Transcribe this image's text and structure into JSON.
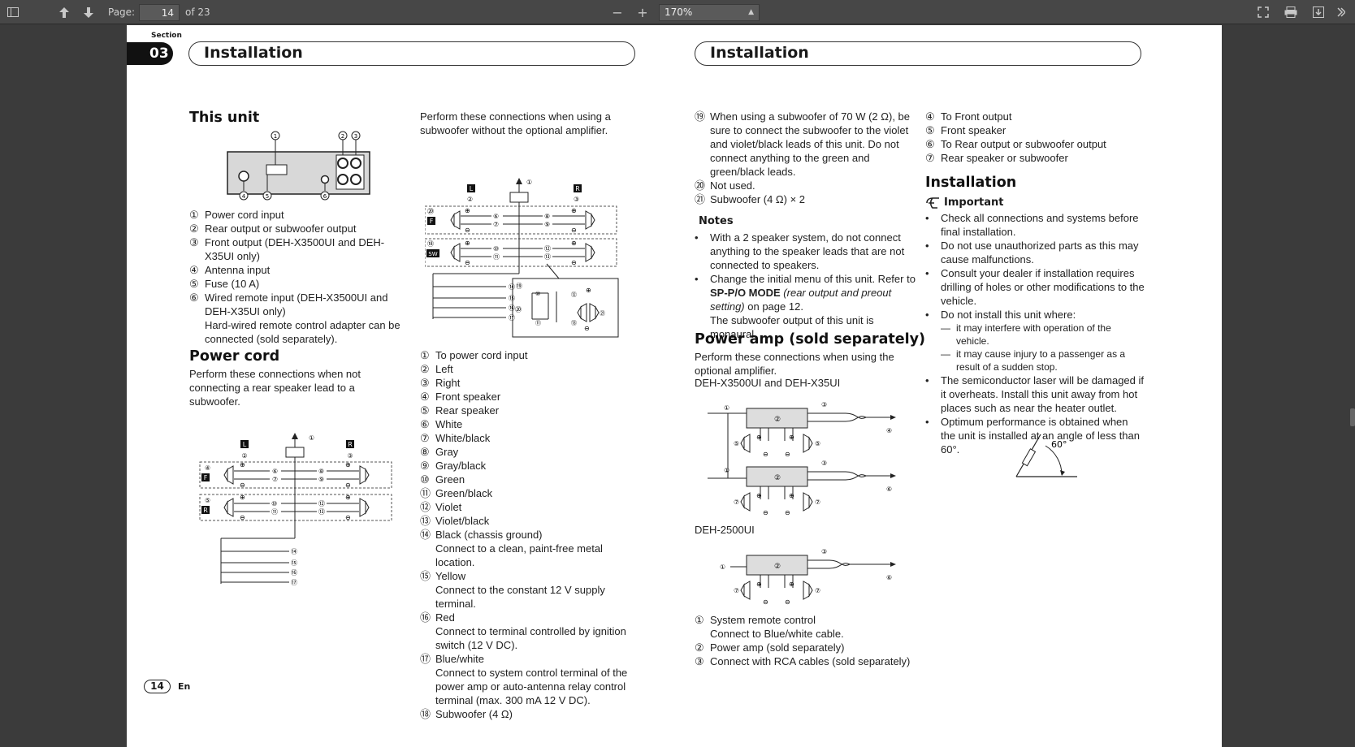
{
  "toolbar": {
    "page_label": "Page:",
    "page_value": "14",
    "page_total": "of 23",
    "zoom_minus": "−",
    "zoom_plus": "+",
    "zoom_value": "170%"
  },
  "doc": {
    "section_label": "Section",
    "section_number": "03",
    "left_header": "Installation",
    "right_header": "Installation",
    "footer_page": "14",
    "footer_lang": "En"
  },
  "col1": {
    "this_unit_title": "This unit",
    "this_unit_items": [
      {
        "n": "①",
        "t": "Power cord input"
      },
      {
        "n": "②",
        "t": "Rear output or subwoofer output"
      },
      {
        "n": "③",
        "t": "Front output (DEH-X3500UI and DEH-X35UI only)"
      },
      {
        "n": "④",
        "t": "Antenna input"
      },
      {
        "n": "⑤",
        "t": "Fuse (10 A)"
      },
      {
        "n": "⑥",
        "t": "Wired remote input (DEH-X3500UI and DEH-X35UI only)"
      },
      {
        "n": "",
        "t": "Hard-wired remote control adapter can be connected (sold separately)."
      }
    ],
    "power_cord_title": "Power cord",
    "power_cord_text": "Perform these connections when not connecting a rear speaker lead to a subwoofer."
  },
  "col2": {
    "intro": "Perform these connections when using a subwoofer without the optional amplifier.",
    "items": [
      {
        "n": "①",
        "t": "To power cord input"
      },
      {
        "n": "②",
        "t": "Left"
      },
      {
        "n": "③",
        "t": "Right"
      },
      {
        "n": "④",
        "t": "Front speaker"
      },
      {
        "n": "⑤",
        "t": "Rear speaker"
      },
      {
        "n": "⑥",
        "t": "White"
      },
      {
        "n": "⑦",
        "t": "White/black"
      },
      {
        "n": "⑧",
        "t": "Gray"
      },
      {
        "n": "⑨",
        "t": "Gray/black"
      },
      {
        "n": "⑩",
        "t": "Green"
      },
      {
        "n": "⑪",
        "t": "Green/black"
      },
      {
        "n": "⑫",
        "t": "Violet"
      },
      {
        "n": "⑬",
        "t": "Violet/black"
      },
      {
        "n": "⑭",
        "t": "Black (chassis ground)"
      },
      {
        "n": "",
        "t": "Connect to a clean, paint-free metal location."
      },
      {
        "n": "⑮",
        "t": "Yellow"
      },
      {
        "n": "",
        "t": "Connect to the constant 12 V supply terminal."
      },
      {
        "n": "⑯",
        "t": "Red"
      },
      {
        "n": "",
        "t": "Connect to terminal controlled by ignition switch (12 V DC)."
      },
      {
        "n": "⑰",
        "t": "Blue/white"
      },
      {
        "n": "",
        "t": "Connect to system control terminal of the power amp or auto-antenna relay control terminal (max. 300 mA 12 V DC)."
      },
      {
        "n": "⑱",
        "t": "Subwoofer (4 Ω)"
      }
    ]
  },
  "col3": {
    "items_top": [
      {
        "n": "⑲",
        "t": "When using a subwoofer of 70 W (2 Ω), be sure to connect the subwoofer to the violet and violet/black leads of this unit. Do not connect anything to the green and green/black leads."
      },
      {
        "n": "⑳",
        "t": "Not used."
      },
      {
        "n": "㉑",
        "t": "Subwoofer (4 Ω) × 2"
      }
    ],
    "notes_title": "Notes",
    "note1": "With a 2 speaker system, do not connect anything to the speaker leads that are not connected to speakers.",
    "note2_a": "Change the initial menu of this unit. Refer to ",
    "note2_b": "SP-P/O MODE",
    "note2_c": " (rear output and preout setting)",
    "note2_d": " on page 12.",
    "note2_e": "The subwoofer output of this unit is monaural.",
    "power_amp_title": "Power amp (sold separately)",
    "power_amp_text": "Perform these connections when using the optional amplifier.",
    "model_a": "DEH-X3500UI and DEH-X35UI",
    "model_b": "DEH-2500UI",
    "items_bottom": [
      {
        "n": "①",
        "t": "System remote control"
      },
      {
        "n": "",
        "t": "Connect to Blue/white cable."
      },
      {
        "n": "②",
        "t": "Power amp (sold separately)"
      },
      {
        "n": "③",
        "t": "Connect with RCA cables (sold separately)"
      }
    ]
  },
  "col4": {
    "items": [
      {
        "n": "④",
        "t": "To Front output"
      },
      {
        "n": "⑤",
        "t": "Front speaker"
      },
      {
        "n": "⑥",
        "t": "To Rear output or subwoofer output"
      },
      {
        "n": "⑦",
        "t": "Rear speaker or subwoofer"
      }
    ],
    "install_title": "Installation",
    "important_label": "Important",
    "bullets": [
      "Check all connections and systems before final installation.",
      "Do not use unauthorized parts as this may cause malfunctions.",
      "Consult your dealer if installation requires drilling of holes or other modifications to the vehicle.",
      "Do not install this unit where:"
    ],
    "dashes": [
      "it may interfere with operation of the vehicle.",
      "it may cause injury to a passenger as a result of a sudden stop."
    ],
    "bullets2": [
      "The semiconductor laser will be damaged if it overheats. Install this unit away from hot places such as near the heater outlet.",
      "Optimum performance is obtained when the unit is installed at an angle of less than 60°."
    ],
    "angle_label": "60°"
  },
  "diagram_labels": {
    "L": "L",
    "R": "R",
    "F": "F",
    "SW": "SW"
  }
}
